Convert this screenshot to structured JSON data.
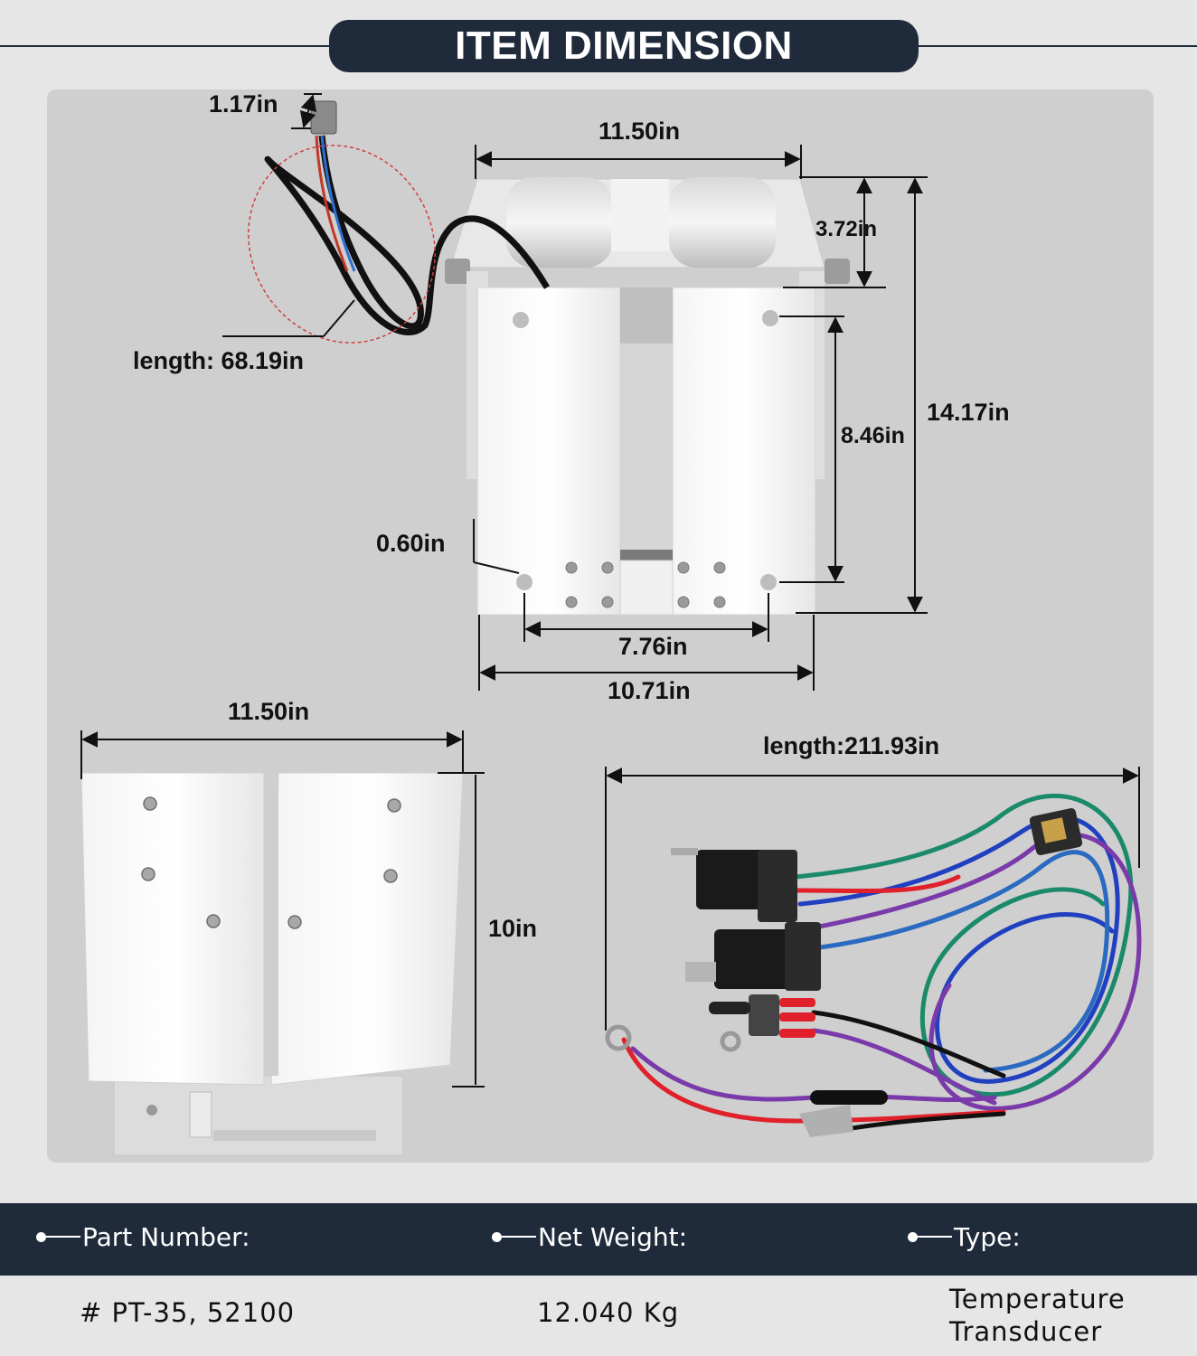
{
  "header": {
    "title": "ITEM DIMENSION"
  },
  "dimensions": {
    "connector_height": "1.17in",
    "top_width": "11.50in",
    "clamp_height": "3.72in",
    "cable_length": "length: 68.19in",
    "overall_height": "14.17in",
    "slot_height": "8.46in",
    "hole_offset": "0.60in",
    "hole_spacing": "7.76in",
    "base_width": "10.71in",
    "back_width": "11.50in",
    "back_height": "10in",
    "harness_length": "length:211.93in"
  },
  "specs": {
    "part_number_label": "Part Number:",
    "part_number_value": "# PT-35, 52100",
    "net_weight_label": "Net Weight:",
    "net_weight_value": "12.040 Kg",
    "type_label": "Type:",
    "type_value_line1": "Temperature",
    "type_value_line2": "Transducer"
  },
  "colors": {
    "navy": "#1f2a3a",
    "panel": "#cfcfcf",
    "wire_red": "#e0202a",
    "wire_blue": "#2040c0",
    "wire_green": "#1a8a6a",
    "wire_purple": "#7a3aaa"
  }
}
